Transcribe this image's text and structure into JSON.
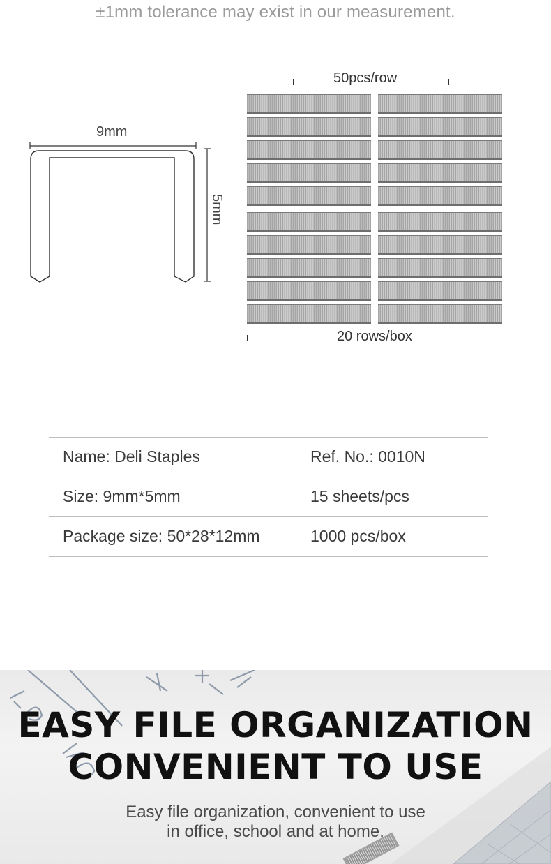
{
  "tolerance_note": "±1mm tolerance may exist in our measurement.",
  "staple_diagram": {
    "width_label": "9mm",
    "height_label": "5mm"
  },
  "strip_diagram": {
    "top_label": "50pcs/row",
    "bottom_label": "20 rows/box",
    "columns": 2,
    "rows": 10
  },
  "specs": [
    {
      "left": "Name: Deli Staples",
      "right": "Ref. No.: 0010N"
    },
    {
      "left": "Size: 9mm*5mm",
      "right": "15 sheets/pcs"
    },
    {
      "left": "Package size: 50*28*12mm",
      "right": "1000 pcs/box"
    }
  ],
  "banner": {
    "headline_1": "EASY FILE ORGANIZATION",
    "headline_2": "CONVENIENT TO USE",
    "sub_1": "Easy file organization, convenient to use",
    "sub_2": "in office, school and at home."
  },
  "colors": {
    "text_dark": "#111111",
    "text_gray": "#9a9a9a",
    "rule": "#bdbdbd"
  }
}
